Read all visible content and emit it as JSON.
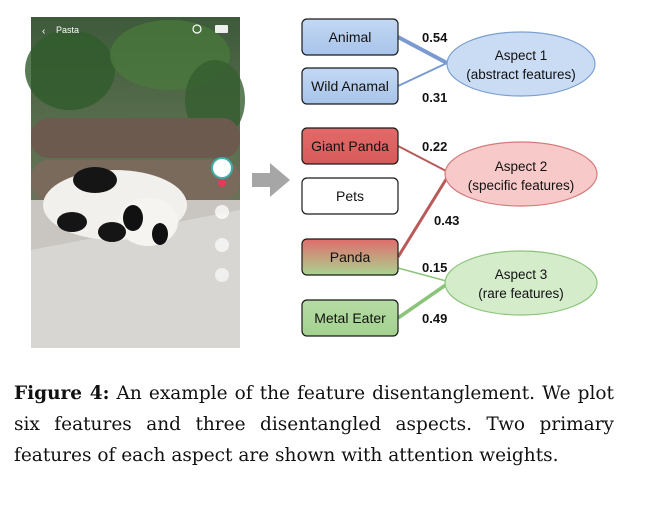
{
  "phone": {
    "back_label": "Pasta"
  },
  "features": [
    {
      "label": "Animal",
      "style": "blue"
    },
    {
      "label": "Wild Anamal",
      "style": "blue"
    },
    {
      "label": "Giant Panda",
      "style": "red"
    },
    {
      "label": "Pets",
      "style": "plain"
    },
    {
      "label": "Panda",
      "style": "gradient"
    },
    {
      "label": "Metal Eater",
      "style": "green"
    }
  ],
  "aspects": [
    {
      "title": "Aspect 1",
      "subtitle": "(abstract features)",
      "color": "#c9dcf4",
      "stroke": "#7a9fd0"
    },
    {
      "title": "Aspect 2",
      "subtitle": "(specific features)",
      "color": "#f7c9c9",
      "stroke": "#d47a7a"
    },
    {
      "title": "Aspect 3",
      "subtitle": "(rare features)",
      "color": "#d5eccb",
      "stroke": "#8cc47a"
    }
  ],
  "weights": [
    "0.54",
    "0.31",
    "0.22",
    "0.43",
    "0.15",
    "0.49"
  ],
  "caption": {
    "label": "Figure 4:",
    "text": "An example of the feature disentanglement. We plot six features and three disentangled aspects. Two primary features of each aspect are shown with attention weights."
  }
}
